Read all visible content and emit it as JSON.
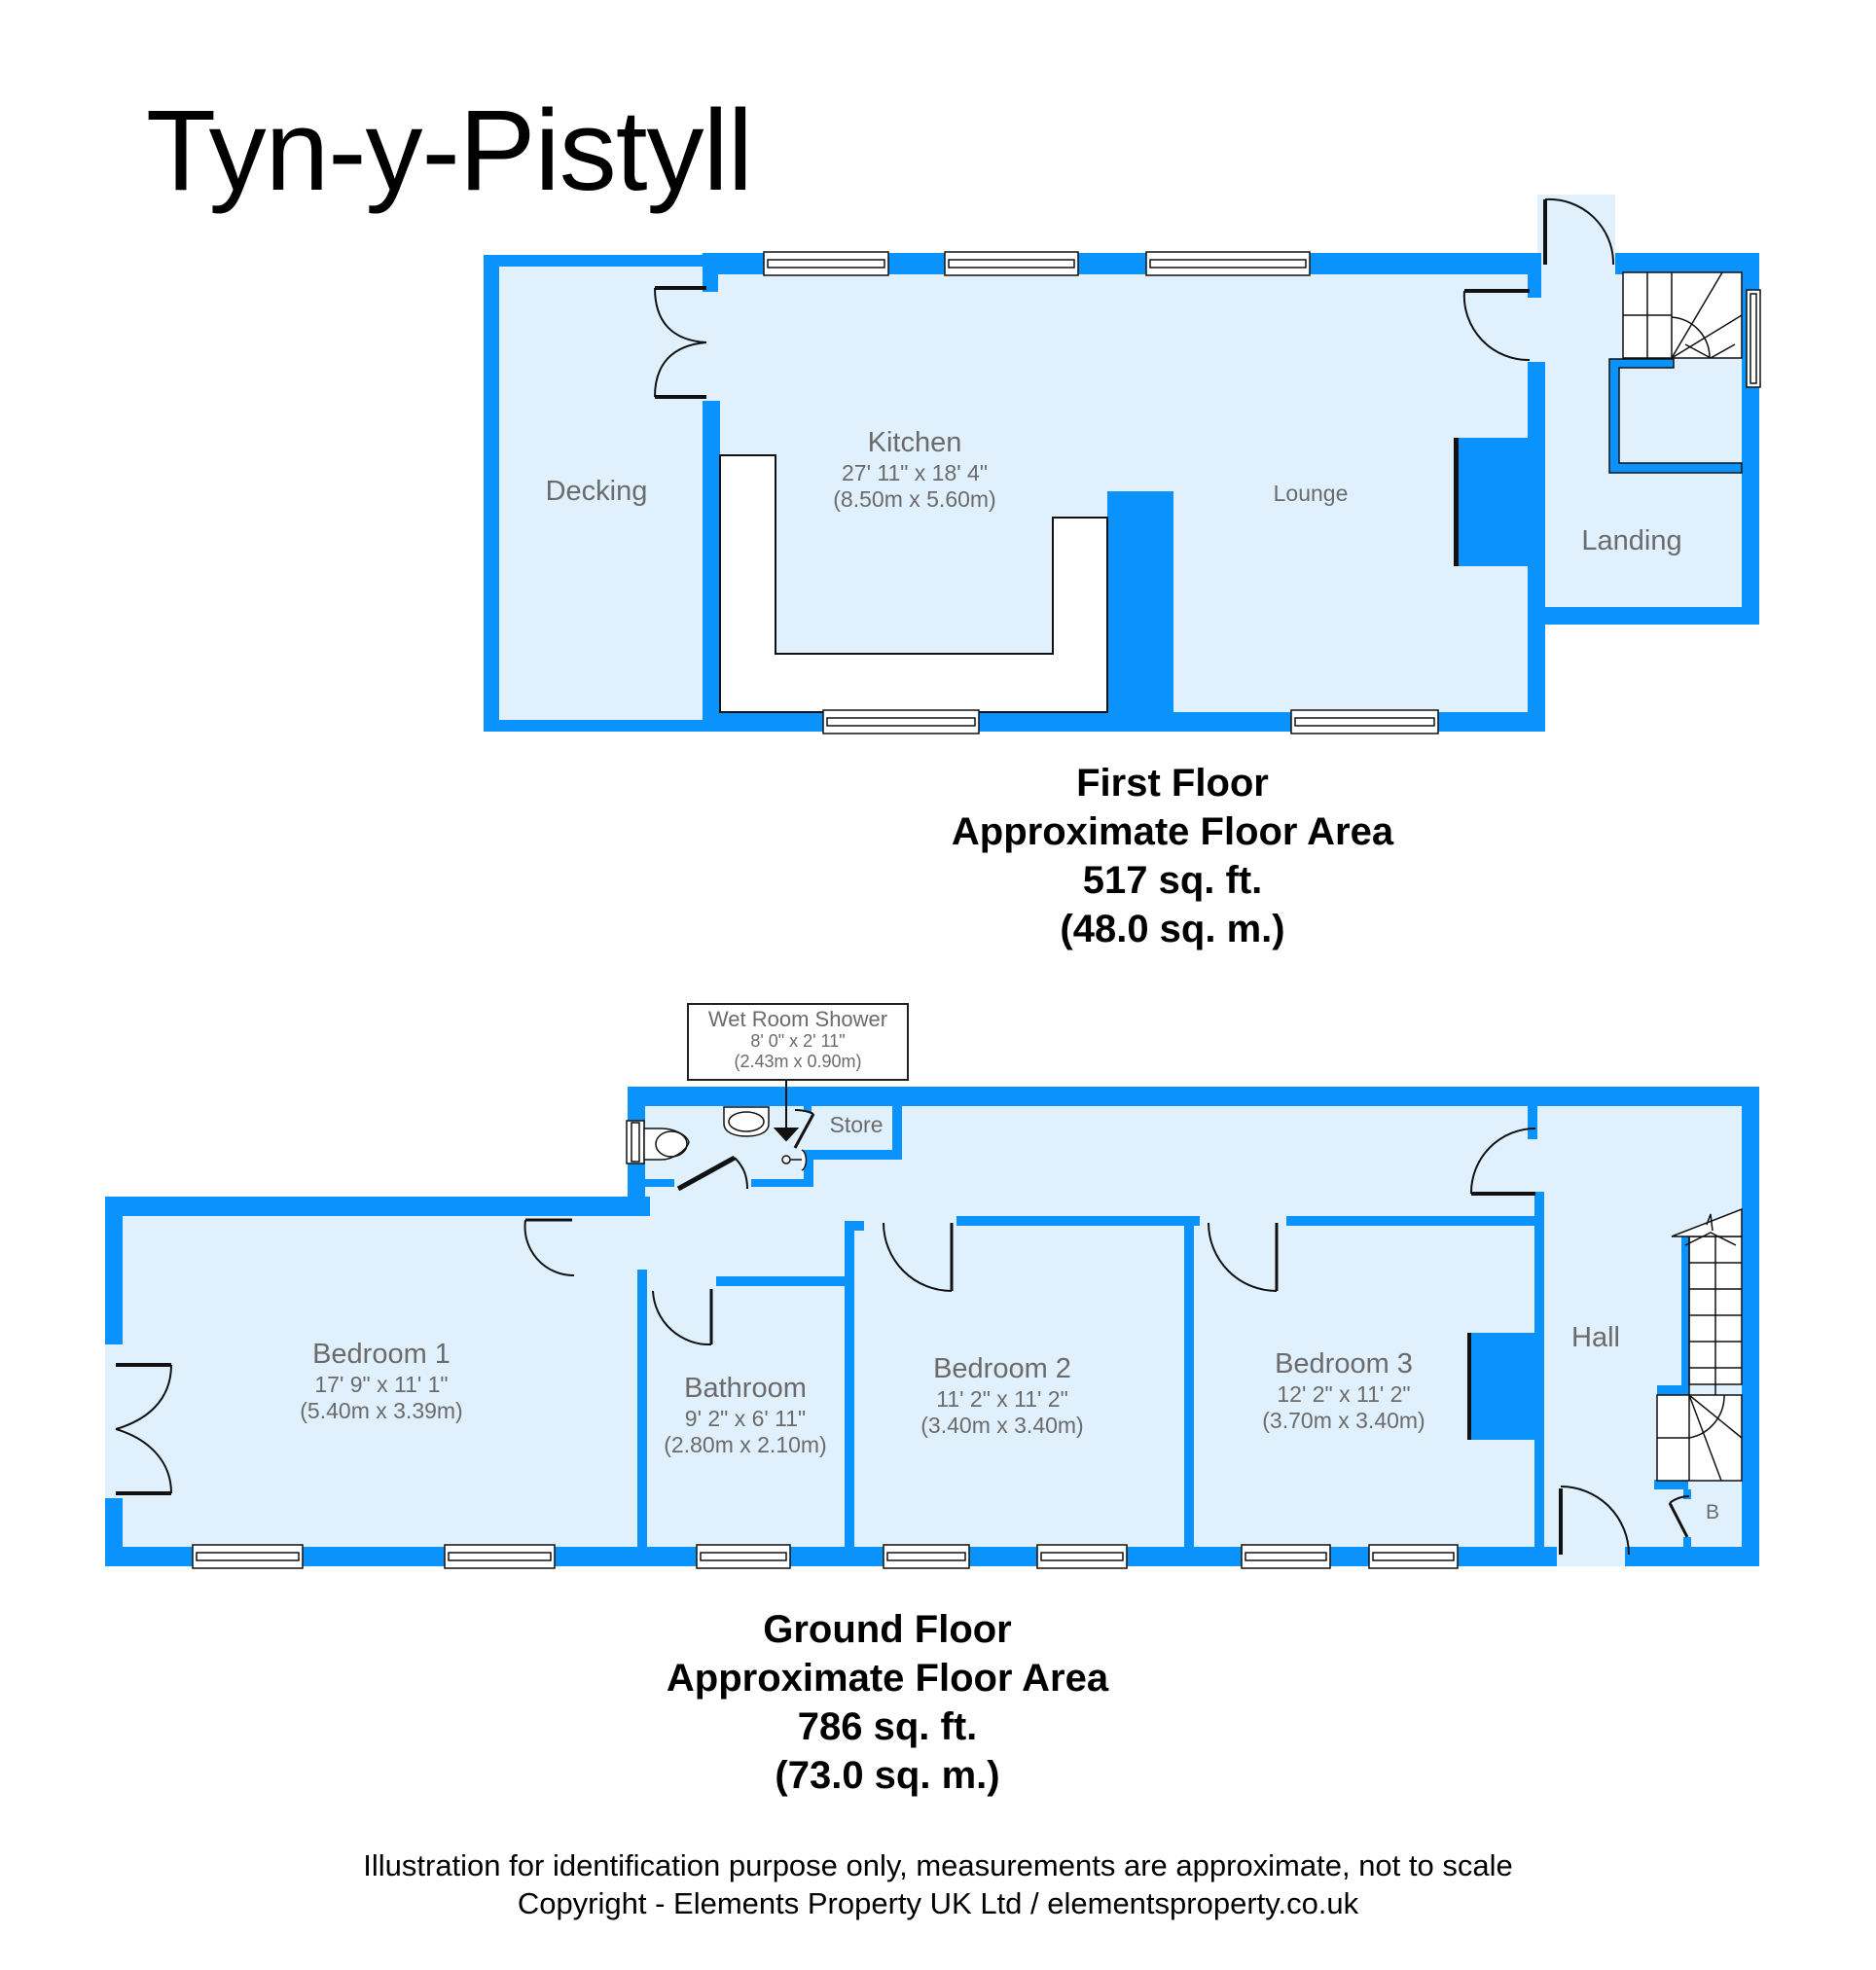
{
  "title": "Tyn-y-Pistyll",
  "colors": {
    "wall": "#0A93FC",
    "floor_fill": "#E0F0FD",
    "label": "#6B6B6B",
    "text": "#000000"
  },
  "first_floor": {
    "rooms": [
      {
        "name": "Decking"
      },
      {
        "name": "Kitchen",
        "dim_imperial": "27' 11\" x 18' 4\"",
        "dim_metric": "(8.50m x 5.60m)"
      },
      {
        "name": "Lounge"
      },
      {
        "name": "Landing"
      }
    ],
    "summary": {
      "label": "First Floor",
      "area_label": "Approximate Floor Area",
      "area_sqft": "517 sq. ft.",
      "area_sqm": "(48.0 sq. m.)"
    }
  },
  "ground_floor": {
    "callout": {
      "name": "Wet Room Shower",
      "dim_imperial": "8' 0\" x 2' 11\"",
      "dim_metric": "(2.43m x 0.90m)"
    },
    "rooms": [
      {
        "name": "Store"
      },
      {
        "name": "Bedroom 1",
        "dim_imperial": "17' 9\" x 11' 1\"",
        "dim_metric": "(5.40m x 3.39m)"
      },
      {
        "name": "Bathroom",
        "dim_imperial": "9' 2\" x 6' 11\"",
        "dim_metric": "(2.80m x 2.10m)"
      },
      {
        "name": "Bedroom 2",
        "dim_imperial": "11' 2\" x 11' 2\"",
        "dim_metric": "(3.40m x 3.40m)"
      },
      {
        "name": "Bedroom 3",
        "dim_imperial": "12' 2\" x 11' 2\"",
        "dim_metric": "(3.70m x 3.40m)"
      },
      {
        "name": "Hall"
      },
      {
        "name": "B"
      }
    ],
    "summary": {
      "label": "Ground Floor",
      "area_label": "Approximate Floor Area",
      "area_sqft": "786 sq. ft.",
      "area_sqm": "(73.0 sq. m.)"
    }
  },
  "footer": {
    "disclaimer": "Illustration for identification purpose only, measurements are approximate, not to scale",
    "copyright": "Copyright - Elements Property UK Ltd / elementsproperty.co.uk"
  }
}
